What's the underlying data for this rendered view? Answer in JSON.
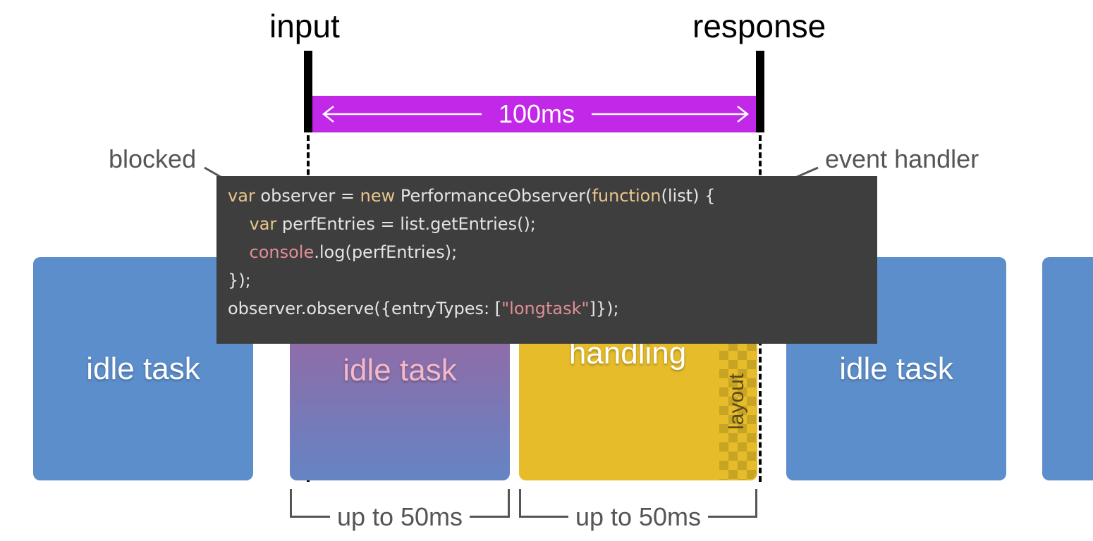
{
  "labels": {
    "input": "input",
    "response": "response",
    "range": "100ms",
    "blocked": "blocked",
    "event_handler": "event handler"
  },
  "tasks": {
    "idle_1": "idle task",
    "idle_blocked": "idle task",
    "handling": "handling",
    "layout": "layout",
    "idle_3": "idle task"
  },
  "brackets": {
    "first": "up to 50ms",
    "second": "up to 50ms"
  },
  "code": {
    "l1": [
      "var",
      " observer = ",
      "new",
      " PerformanceObserver(",
      "function",
      "(list) {"
    ],
    "l2": [
      "    ",
      "var",
      " perfEntries = list.getEntries();"
    ],
    "l3": [
      "    ",
      "console",
      ".log(perfEntries);"
    ],
    "l4": "});",
    "l5": [
      "observer.observe({entryTypes: [",
      "\"longtask\"",
      "]});"
    ]
  },
  "colors": {
    "range_bar": "#c128e8",
    "idle_block": "#5c8ecb",
    "handling_block": "#e6bc2a",
    "code_bg": "#3e3e3e"
  }
}
